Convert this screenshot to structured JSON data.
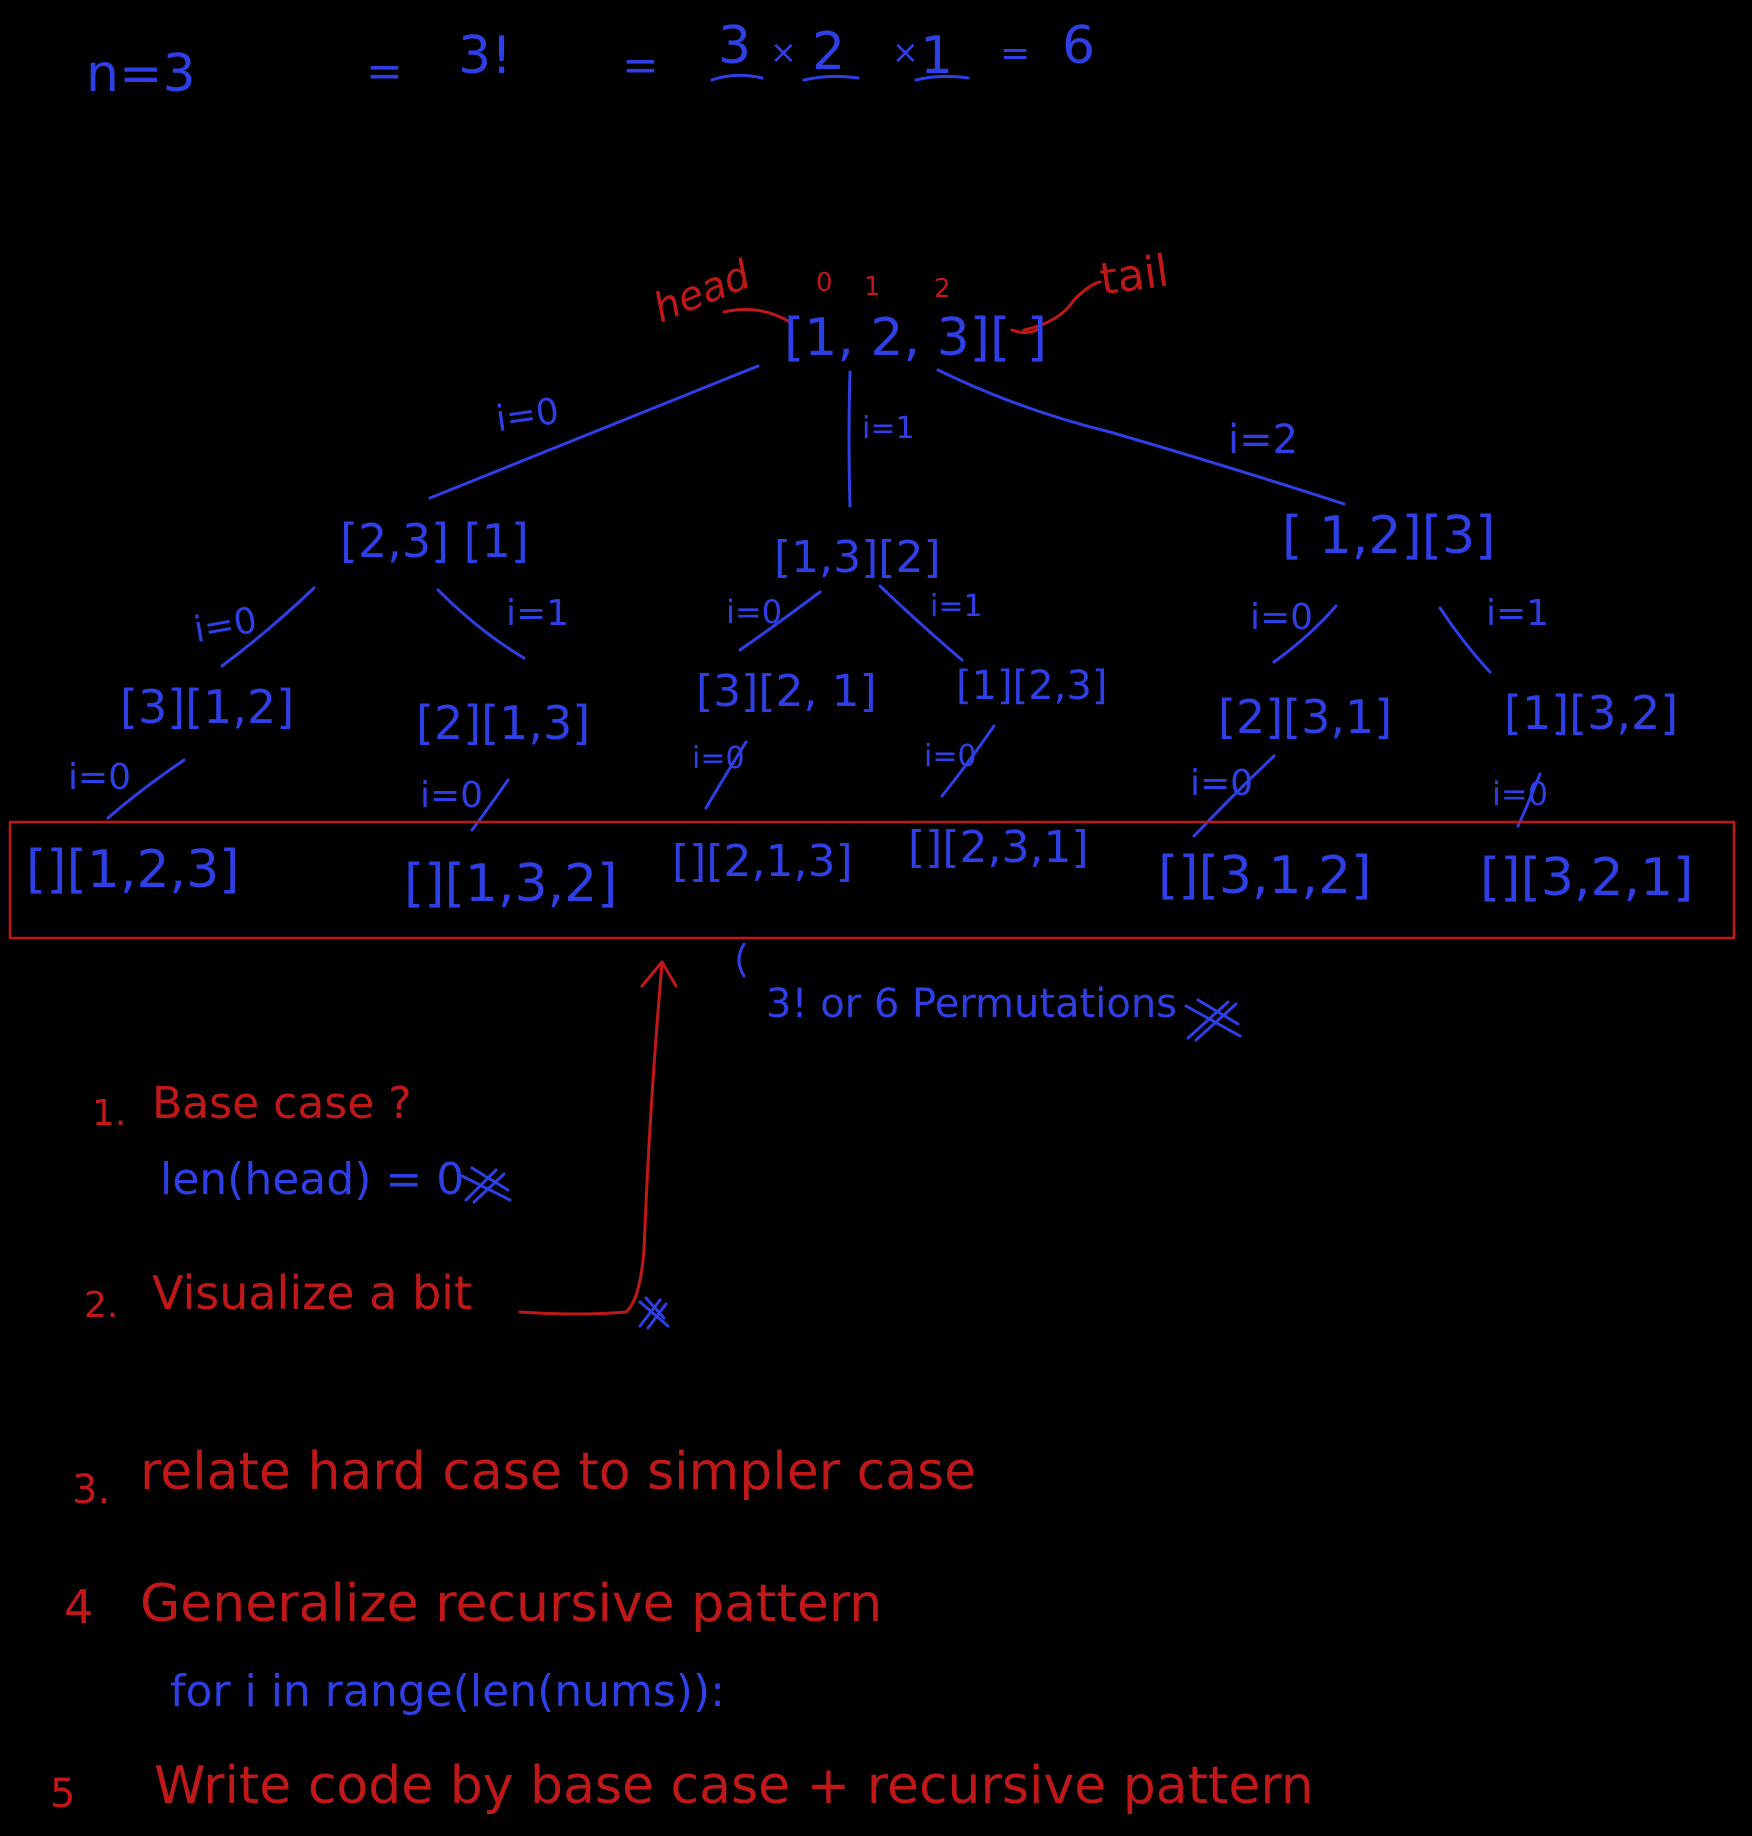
{
  "colors": {
    "background": "#000000",
    "ink_blue": "#2f3fe6",
    "ink_red": "#c01818"
  },
  "header": {
    "n_eq": "n=3",
    "eq1": "=",
    "factorial": "3!",
    "eq2": "=",
    "f3": "3",
    "times1": "×",
    "f2": "2",
    "times2": "×",
    "f1": "1",
    "eq3": "=",
    "result": "6"
  },
  "tree": {
    "root": "[1, 2, 3][ ]",
    "head_label": "head",
    "tail_label": "tail",
    "index_labels": [
      "0",
      "1",
      "2"
    ],
    "level1": {
      "left": "[2,3] [1]",
      "mid": "[1,3][2]",
      "right": "[ 1,2][3]"
    },
    "level1_edges": {
      "left": "i=0",
      "mid": "i=1",
      "right": "i=2"
    },
    "level2": {
      "n1": "[3][1,2]",
      "n2": "[2][1,3]",
      "n3": "[3][2, 1]",
      "n4": "[1][2,3]",
      "n5": "[2][3,1]",
      "n6": "[1][3,2]"
    },
    "level2_edges": {
      "e1": "i=0",
      "e2": "i=1",
      "e3": "i=0",
      "e4": "i=1",
      "e5": "i=0",
      "e6": "i=1"
    },
    "leaves": {
      "l1": "[][1,2,3]",
      "l2": "[][1,3,2]",
      "l3": "[][2,1,3]",
      "l4": "[][2,3,1]",
      "l5": "[][3,1,2]",
      "l6": "[][3,2,1]"
    },
    "leaf_edges": {
      "e1": "i=0",
      "e2": "i=0",
      "e3": "i=0",
      "e4": "i=0",
      "e5": "i=0",
      "e6": "i=0"
    },
    "permutations_note": "3! or 6 Permutations"
  },
  "steps": {
    "s1_num": "1.",
    "s1_text": "Base case ?",
    "s1_detail": "len(head) = 0",
    "s2_num": "2.",
    "s2_text": "Visualize a bit",
    "s3_num": "3.",
    "s3_text": "relate hard case to simpler case",
    "s4_num": "4",
    "s4_text": "Generalize recursive pattern",
    "s4_code": "for i in range(len(nums)):",
    "s5_num": "5",
    "s5_text": "Write code by base case + recursive pattern"
  }
}
